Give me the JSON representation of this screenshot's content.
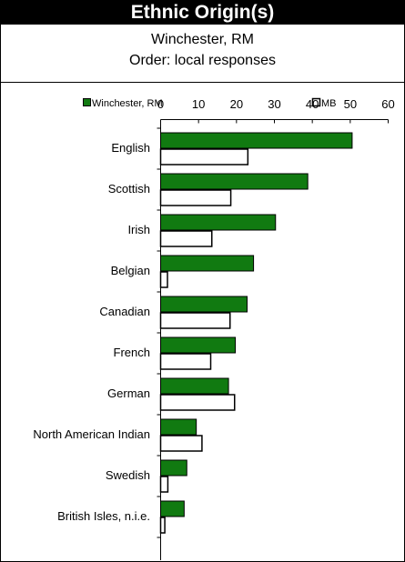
{
  "header": {
    "title": "Ethnic Origin(s)",
    "subtitle": "Winchester, RM",
    "order_label": "Order: local responses"
  },
  "colors": {
    "local": "#117a11",
    "province": "#ffffff",
    "outline": "#000000"
  },
  "chart_data": {
    "type": "bar",
    "orientation": "horizontal",
    "xlim": [
      0,
      60
    ],
    "ticks": [
      0,
      10,
      20,
      30,
      40,
      50,
      60
    ],
    "categories": [
      "English",
      "Scottish",
      "Irish",
      "Belgian",
      "Canadian",
      "French",
      "German",
      "North American Indian",
      "Swedish",
      "British Isles, n.i.e."
    ],
    "series": [
      {
        "name": "Winchester, RM",
        "values": [
          50.5,
          38.8,
          30.3,
          24.5,
          22.8,
          19.7,
          17.9,
          9.4,
          6.9,
          6.2
        ]
      },
      {
        "name": "MB",
        "values": [
          23.0,
          18.5,
          13.5,
          1.8,
          18.3,
          13.2,
          19.5,
          10.9,
          1.9,
          1.1
        ]
      }
    ],
    "legend_position": "top",
    "grid": false
  }
}
